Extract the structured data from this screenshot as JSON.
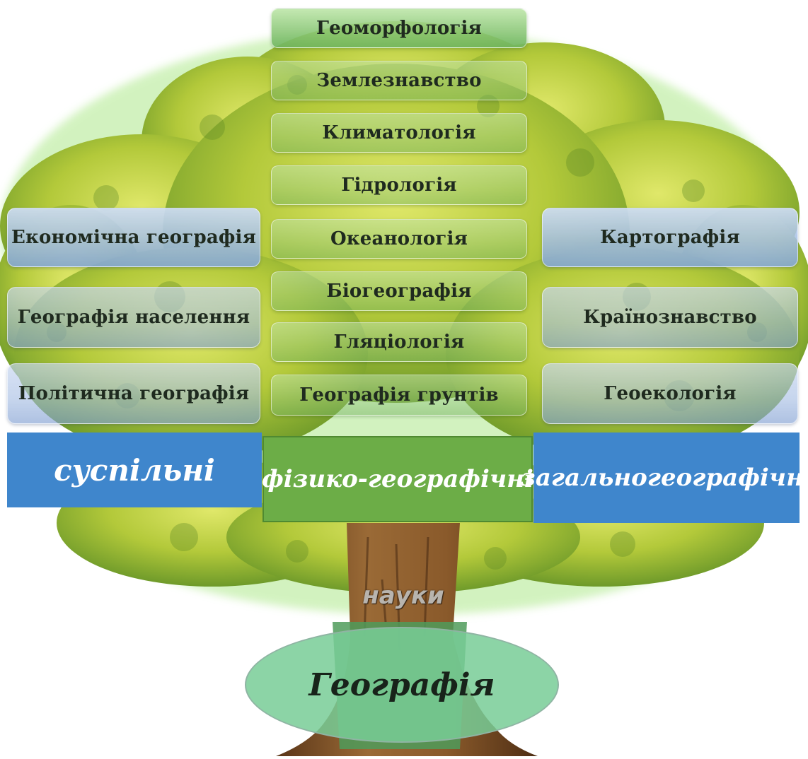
{
  "physical_branches": [
    "Геоморфологія",
    "Землезнавство",
    "Климатологія",
    "Гідрологія",
    "Океанологія",
    "Біогеографія",
    "Гляціологія",
    "Географія грунтів"
  ],
  "social_branches": [
    "Економічна географія",
    "Географія населення",
    "Політична географія"
  ],
  "general_branches": [
    "Картографія",
    "Країнознавство",
    "Геоекологія"
  ],
  "categories": {
    "social": "суспільні",
    "physical": "фізико-географічні",
    "general": "загальногеографічні"
  },
  "trunk_label": "науки",
  "root_label": "Географія",
  "colors": {
    "social_category": "#3f86cc",
    "physical_category": "#6cad47",
    "general_category": "#3f86cc",
    "root_ellipse": "#78cd96",
    "foliage": "#b7cf3a",
    "trunk": "#8a5a2b"
  }
}
